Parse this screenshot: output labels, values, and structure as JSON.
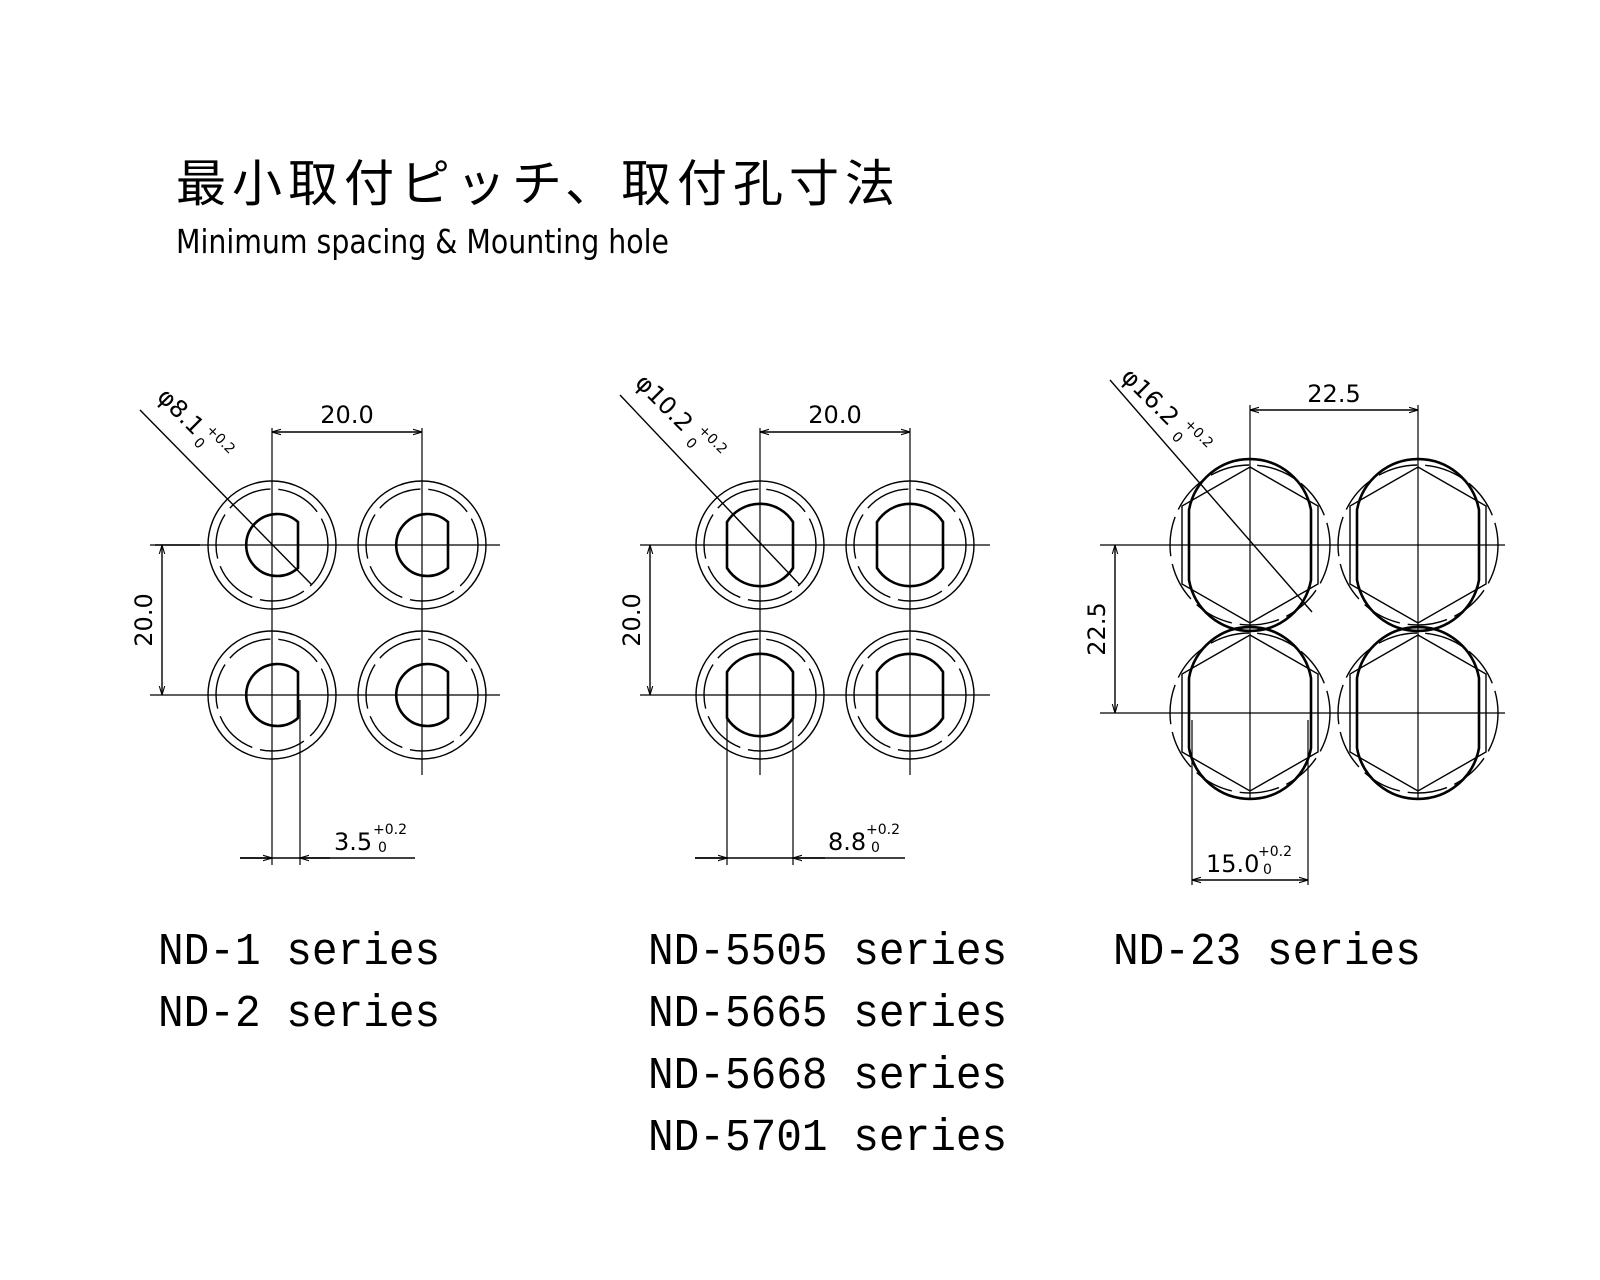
{
  "title": {
    "jp": "最小取付ピッチ、取付孔寸法",
    "en": "Minimum spacing & Mounting hole"
  },
  "panels": [
    {
      "id": "nd1",
      "pitch_h": "20.0",
      "pitch_v": "20.0",
      "diameter_label": "φ8.1",
      "diameter_tol_upper": "+0.2",
      "diameter_tol_lower": "0",
      "flat_label": "3.5",
      "flat_tol_upper": "+0.2",
      "flat_tol_lower": "0",
      "series": [
        "ND-1 series",
        "ND-2 series"
      ]
    },
    {
      "id": "nd5505",
      "pitch_h": "20.0",
      "pitch_v": "20.0",
      "diameter_label": "φ10.2",
      "diameter_tol_upper": "+0.2",
      "diameter_tol_lower": "0",
      "flat_label": "8.8",
      "flat_tol_upper": "+0.2",
      "flat_tol_lower": "0",
      "series": [
        "ND-5505 series",
        "ND-5665 series",
        "ND-5668 series",
        "ND-5701 series"
      ]
    },
    {
      "id": "nd23",
      "pitch_h": "22.5",
      "pitch_v": "22.5",
      "diameter_label": "φ16.2",
      "diameter_tol_upper": "+0.2",
      "diameter_tol_lower": "0",
      "flat_label": "15.0",
      "flat_tol_upper": "+0.2",
      "flat_tol_lower": "0",
      "series": [
        "ND-23 series"
      ]
    }
  ]
}
